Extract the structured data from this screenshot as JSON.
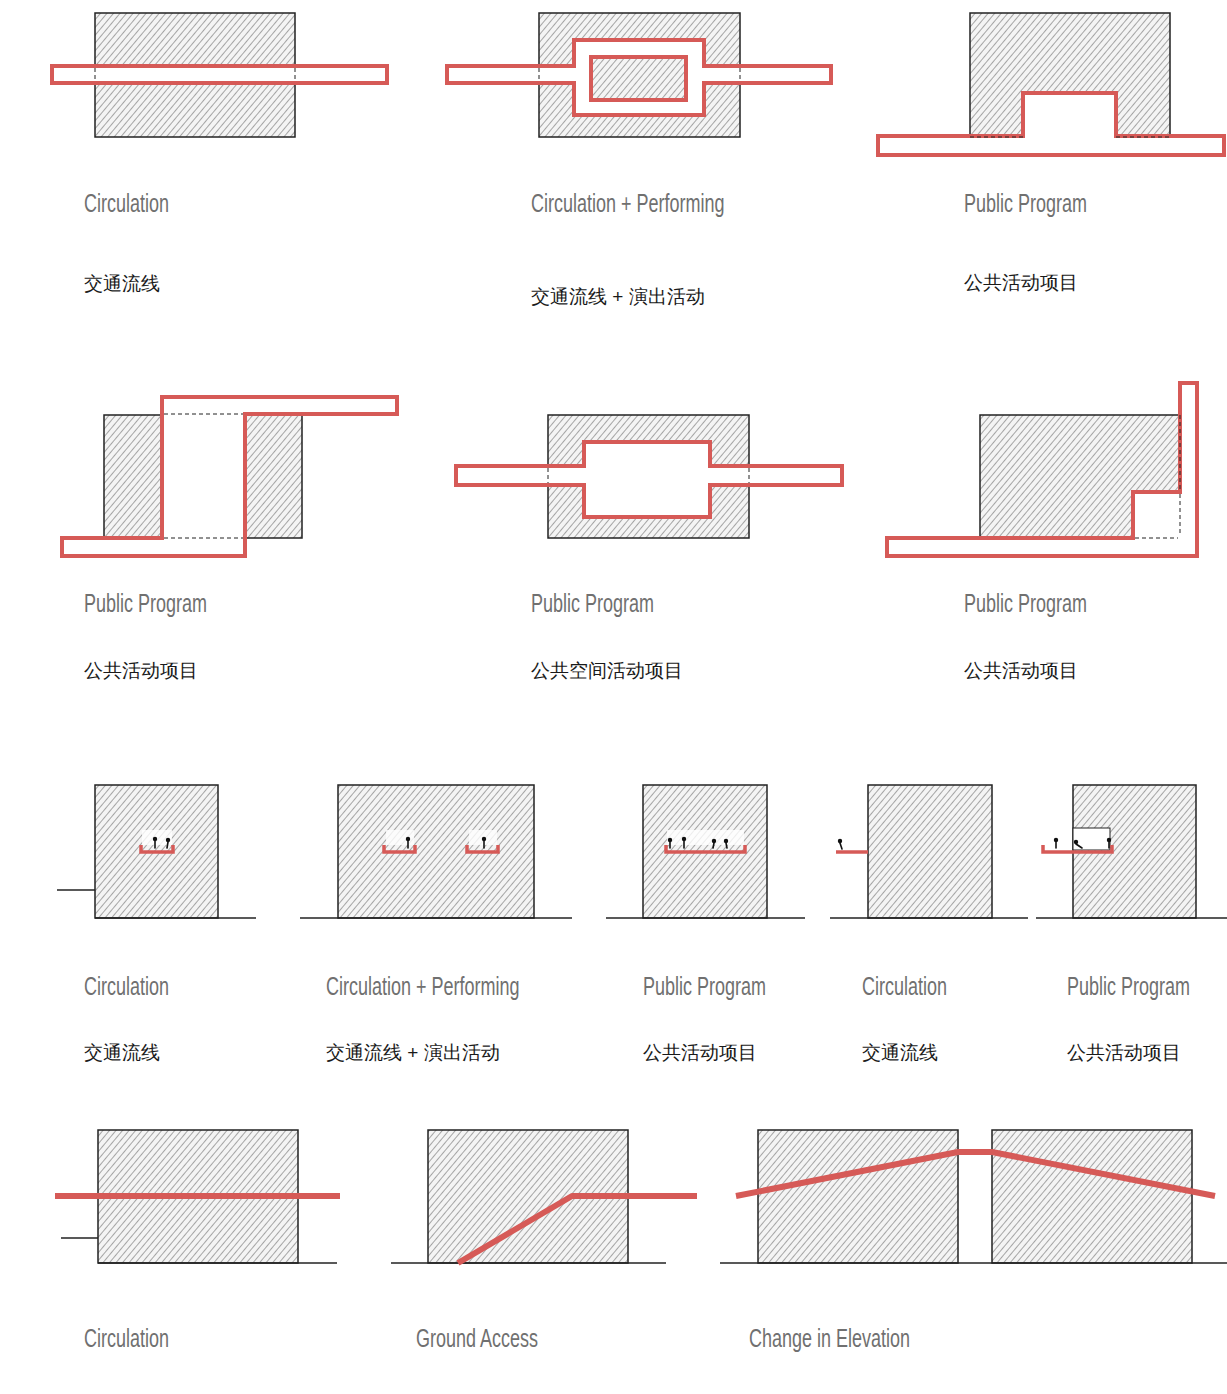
{
  "diagram": {
    "labels": [
      "Circulation",
      "交通流线",
      "Circulation + Performing",
      "交通流线 + 演出活动",
      "Public Program",
      "公共活动项目",
      "Public Program",
      "公共活动项目",
      "Public Program",
      "公共空间活动项目",
      "Public Program",
      "公共活动项目",
      "Circulation",
      "交通流线",
      "Circulation + Performing",
      "交通流线 + 演出活动",
      "Public Program",
      "公共活动项目",
      "Circulation",
      "交通流线",
      "Public Program",
      "公共活动项目",
      "Circulation",
      "Ground Access",
      "Change in Elevation"
    ]
  }
}
